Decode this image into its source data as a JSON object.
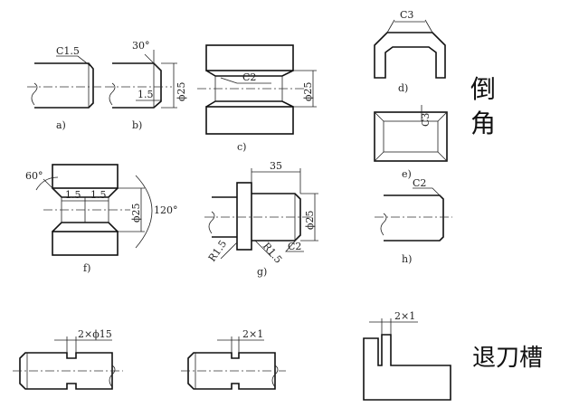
{
  "labels": {
    "a_chamfer": "C1.5",
    "b_angle": "30°",
    "b_len": "1.5",
    "b_dia": "ϕ25",
    "c_chamfer": "C2",
    "c_dia": "ϕ25",
    "d_chamfer": "C3",
    "e_chamfer": "C3",
    "f_angle1": "60°",
    "f_len1": "1.5",
    "f_len2": "1.5",
    "f_dia": "ϕ25",
    "f_angle2": "120°",
    "g_len": "35",
    "g_dia": "ϕ25",
    "g_r1": "R1.5",
    "g_r2": "R1.5",
    "g_chamfer": "C2",
    "h_chamfer": "C2",
    "groove1": "2×ϕ15",
    "groove2": "2×1",
    "groove3": "2×1"
  },
  "captions": {
    "a": "a)",
    "b": "b)",
    "c": "c)",
    "d": "d)",
    "e": "e)",
    "f": "f)",
    "g": "g)",
    "h": "h)"
  },
  "headings": {
    "chamfer": [
      "倒",
      "角"
    ],
    "undercut": "退刀槽"
  }
}
